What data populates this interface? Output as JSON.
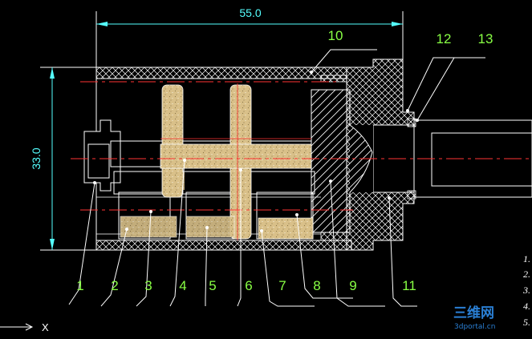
{
  "drawing": {
    "dimensions": {
      "width": "55.0",
      "height": "33.0"
    },
    "part_labels": [
      "1",
      "2",
      "3",
      "4",
      "5",
      "6",
      "7",
      "8",
      "9",
      "10",
      "11",
      "12",
      "13"
    ],
    "axis_label": "X",
    "notes": [
      "1.",
      "2.",
      "3.",
      "4.",
      "5."
    ],
    "watermark": {
      "logo": "三维网",
      "site": "3dportal.cn"
    },
    "colors": {
      "outline": "#ffffff",
      "dimension": "#55ffff",
      "centerline": "#ff3333",
      "label": "#88ff44",
      "hatch": "#ffffff",
      "gear_fill": "#d9c089"
    }
  }
}
